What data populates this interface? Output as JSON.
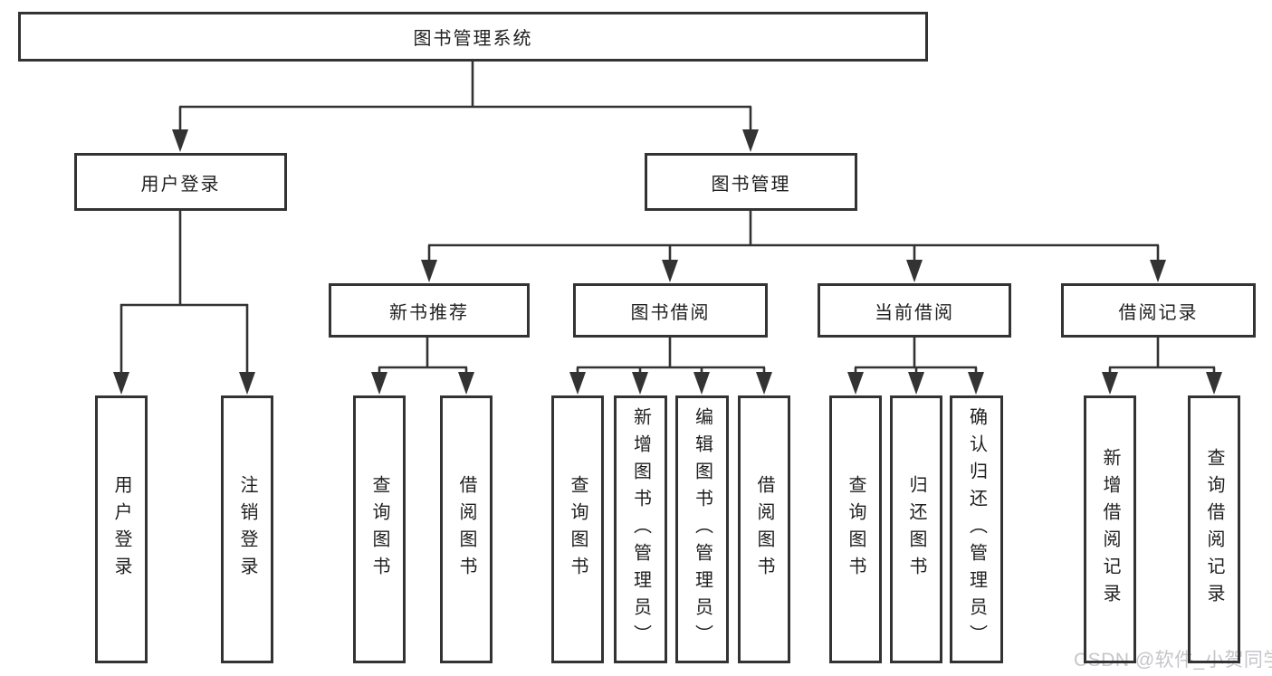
{
  "diagram": {
    "root_label": "图书管理系统",
    "level2": [
      {
        "label": "用户登录",
        "children": [
          {
            "label": "用户登录"
          },
          {
            "label": "注销登录"
          }
        ]
      },
      {
        "label": "图书管理",
        "children": [
          {
            "label": "新书推荐",
            "children": [
              {
                "label": "查询图书"
              },
              {
                "label": "借阅图书"
              }
            ]
          },
          {
            "label": "图书借阅",
            "children": [
              {
                "label": "查询图书"
              },
              {
                "label": "新增图书（管理员）"
              },
              {
                "label": "编辑图书（管理员）"
              },
              {
                "label": "借阅图书"
              }
            ]
          },
          {
            "label": "当前借阅",
            "children": [
              {
                "label": "查询图书"
              },
              {
                "label": "归还图书"
              },
              {
                "label": "确认归还（管理员）"
              }
            ]
          },
          {
            "label": "借阅记录",
            "children": [
              {
                "label": "新增借阅记录"
              },
              {
                "label": "查询借阅记录"
              }
            ]
          }
        ]
      }
    ],
    "watermark": "CSDN @软件_小贺同学",
    "colors": {
      "line": "#333333",
      "text": "#1f1f1f",
      "background": "#ffffff",
      "watermark": "#c5c5cb"
    }
  }
}
